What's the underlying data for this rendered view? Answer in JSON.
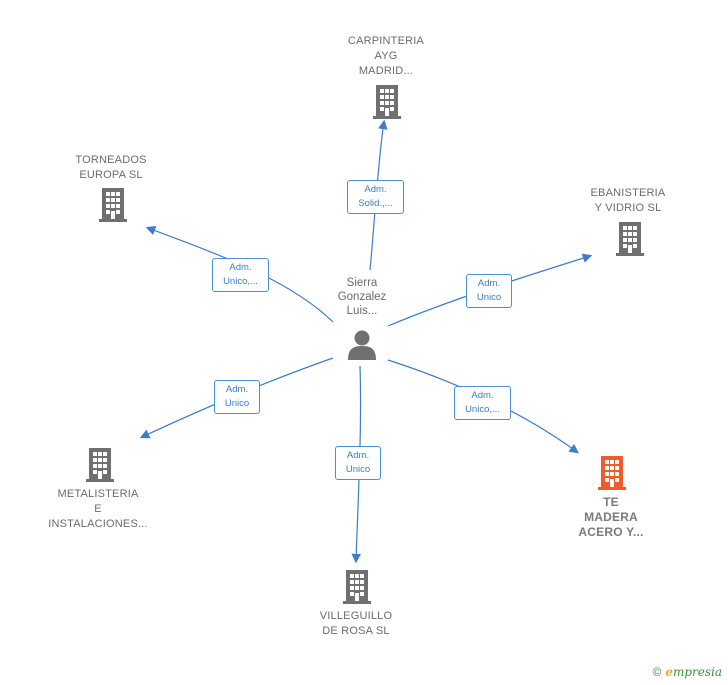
{
  "center": {
    "label": "Sierra\nGonzalez\nLuis..."
  },
  "nodes": [
    {
      "id": "carpinteria",
      "label": "CARPINTERIA\nAYG\nMADRID...",
      "highlight": false
    },
    {
      "id": "torneados",
      "label": "TORNEADOS\nEUROPA  SL",
      "highlight": false
    },
    {
      "id": "ebanisteria",
      "label": "EBANISTERIA\nY VIDRIO  SL",
      "highlight": false
    },
    {
      "id": "metalisteria",
      "label": "METALISTERIA\nE\nINSTALACIONES...",
      "highlight": false
    },
    {
      "id": "villeguillo",
      "label": "VILLEGUILLO\nDE ROSA  SL",
      "highlight": false
    },
    {
      "id": "te-madera",
      "label": "TE\nMADERA\nACERO Y...",
      "highlight": true
    }
  ],
  "roles": [
    {
      "target": "carpinteria",
      "label": "Adm.\nSolid.,..."
    },
    {
      "target": "torneados",
      "label": "Adm.\nUnico,..."
    },
    {
      "target": "ebanisteria",
      "label": "Adm.\nUnico"
    },
    {
      "target": "metalisteria",
      "label": "Adm.\nUnico"
    },
    {
      "target": "villeguillo",
      "label": "Adm.\nUnico"
    },
    {
      "target": "te-madera",
      "label": "Adm.\nUnico,..."
    }
  ],
  "colors": {
    "edge": "#3d7cc9",
    "building": "#707070",
    "building_highlight": "#f15a29",
    "person": "#707070"
  },
  "footer": {
    "copyright": "©",
    "brand_initial": "e",
    "brand_rest": "mpresia"
  }
}
